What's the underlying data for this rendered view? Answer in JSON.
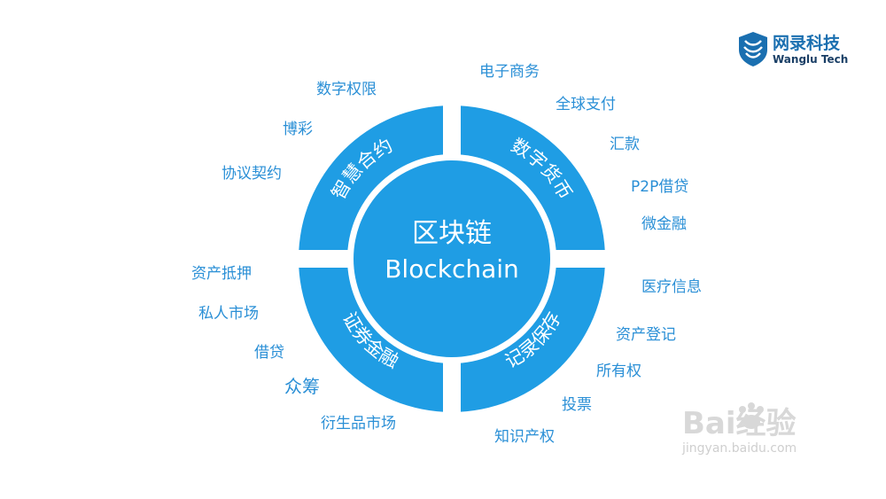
{
  "colors": {
    "accent": "#1f9de4",
    "label": "#2a8fd6",
    "white": "#ffffff"
  },
  "center": {
    "line1": "区块链",
    "line2": "Blockchain"
  },
  "segments": [
    {
      "name": "smart-contract",
      "label": "智慧合约"
    },
    {
      "name": "digital-currency",
      "label": "数字货币"
    },
    {
      "name": "securities-finance",
      "label": "证券金融"
    },
    {
      "name": "record-keeping",
      "label": "记录保存"
    }
  ],
  "labels": {
    "digital_rights": "数字权限",
    "gambling": "博彩",
    "agreement_contract": "协议契约",
    "ecommerce": "电子商务",
    "global_payment": "全球支付",
    "remittance": "汇款",
    "p2p_lending": "P2P借贷",
    "microfinance": "微金融",
    "asset_mortgage": "资产抵押",
    "private_market": "私人市场",
    "lending": "借贷",
    "crowdfunding": "众筹",
    "derivatives_market": "衍生品市场",
    "medical_info": "医疗信息",
    "asset_registration": "资产登记",
    "ownership": "所有权",
    "voting": "投票",
    "intellectual_property": "知识产权"
  },
  "logo": {
    "cn": "网录科技",
    "en": "Wanglu Tech",
    "icon": "shield-logo-icon"
  },
  "watermark": {
    "text": "Bai经验",
    "url": "jingyan.baidu.com",
    "icon": "paw-icon"
  }
}
